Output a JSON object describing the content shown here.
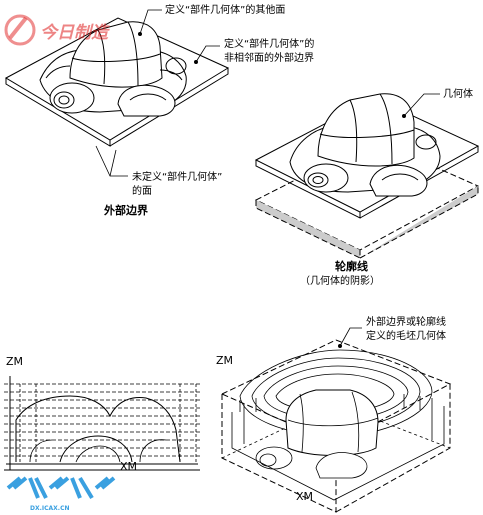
{
  "callouts": {
    "other_faces": "定义“部件几何体”的其他面",
    "outer_boundary_line1": "定义“部件几何体”的",
    "outer_boundary_line2": "非相邻面的外部边界",
    "undefined_faces_line1": "未定义“部件几何体”",
    "undefined_faces_line2": "的面",
    "geometry": "几何体",
    "blank_line1": "外部边界或轮廓线",
    "blank_line2": "定义的毛坯几何体"
  },
  "captions": {
    "outer_boundary": "外部边界",
    "silhouette": "轮廓线",
    "silhouette_sub": "（几何体的阴影）"
  },
  "axes": {
    "zm_left": "ZM",
    "zm_right": "ZM",
    "xm_left": "XM",
    "xm_right": "XM"
  },
  "watermark": {
    "top": "今日制造",
    "bottom_site": "DX.ICAX.CN"
  }
}
